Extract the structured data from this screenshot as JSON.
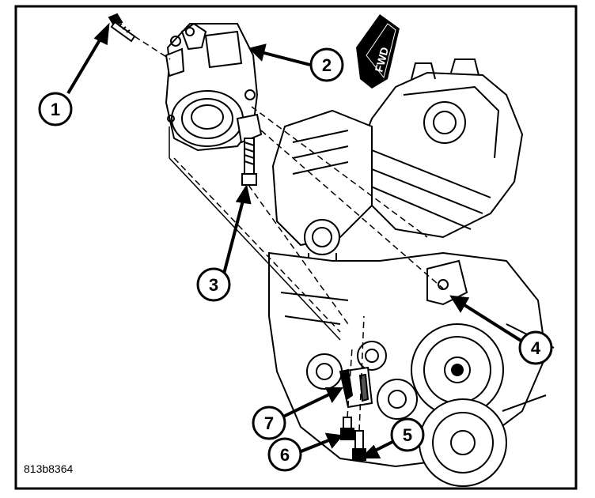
{
  "figure": {
    "code": "813b8364",
    "direction_label": "FWD"
  },
  "callouts": [
    {
      "id": "1",
      "label": "1",
      "points_to": "bolt"
    },
    {
      "id": "2",
      "label": "2",
      "points_to": "compressor"
    },
    {
      "id": "3",
      "label": "3",
      "points_to": "bolt"
    },
    {
      "id": "4",
      "label": "4",
      "points_to": "bracket"
    },
    {
      "id": "5",
      "label": "5",
      "points_to": "bolt"
    },
    {
      "id": "6",
      "label": "6",
      "points_to": "bolt"
    },
    {
      "id": "7",
      "label": "7",
      "points_to": "bracket"
    }
  ]
}
